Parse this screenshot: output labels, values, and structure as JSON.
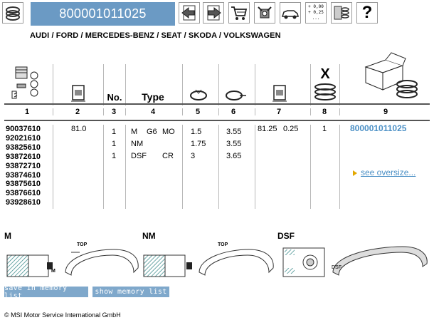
{
  "toolbar": {
    "part_number": "800001011025",
    "price_lines": [
      "+ 0,00",
      "+ 0,25",
      "..."
    ],
    "help_glyph": "?",
    "icons": [
      "ring-set-icon",
      "back-icon",
      "forward-icon",
      "cart-icon",
      "engine-icon",
      "car-icon",
      "oversize-values-icon",
      "rings-stack-icon",
      "help-icon"
    ]
  },
  "brands": "AUDI / FORD / MERCEDES-BENZ / SEAT / SKODA / VOLKSWAGEN",
  "headers": {
    "no": "No.",
    "type": "Type",
    "x_mark": "X"
  },
  "column_numbers": [
    "1",
    "2",
    "3",
    "4",
    "5",
    "6",
    "7",
    "8",
    "9"
  ],
  "part_numbers": [
    "90037610",
    "92021610",
    "93825610",
    "93872610",
    "93872710",
    "93874610",
    "93875610",
    "93876610",
    "93928610"
  ],
  "diameter": "81.0",
  "rings": [
    {
      "no": "1",
      "type": "M",
      "type2": "G6",
      "type3": "MO",
      "height": "1.5",
      "width": "3.55"
    },
    {
      "no": "1",
      "type": "NM",
      "type2": "",
      "type3": "",
      "height": "1.75",
      "width": "3.55"
    },
    {
      "no": "1",
      "type": "DSF",
      "type2": "",
      "type3": "CR",
      "height": "3",
      "width": "3.65"
    }
  ],
  "bore": "81.25",
  "bore_oversize": "0.25",
  "quantity": "1",
  "set_number": "800001011025",
  "see_oversize": "see oversize...",
  "diagrams": [
    {
      "label": "M",
      "tag": "TOP",
      "inset": "M"
    },
    {
      "label": "NM",
      "tag": "TOP"
    },
    {
      "label": "DSF",
      "inset": "DSF"
    }
  ],
  "buttons": {
    "save": "save in memory list",
    "show": "show memory list"
  },
  "copyright": "© MSI Motor Service International GmbH",
  "colors": {
    "accent": "#6b9ac4",
    "link": "#4a8fc5",
    "button": "#7fa8cb",
    "arrow": "#e3a800"
  }
}
